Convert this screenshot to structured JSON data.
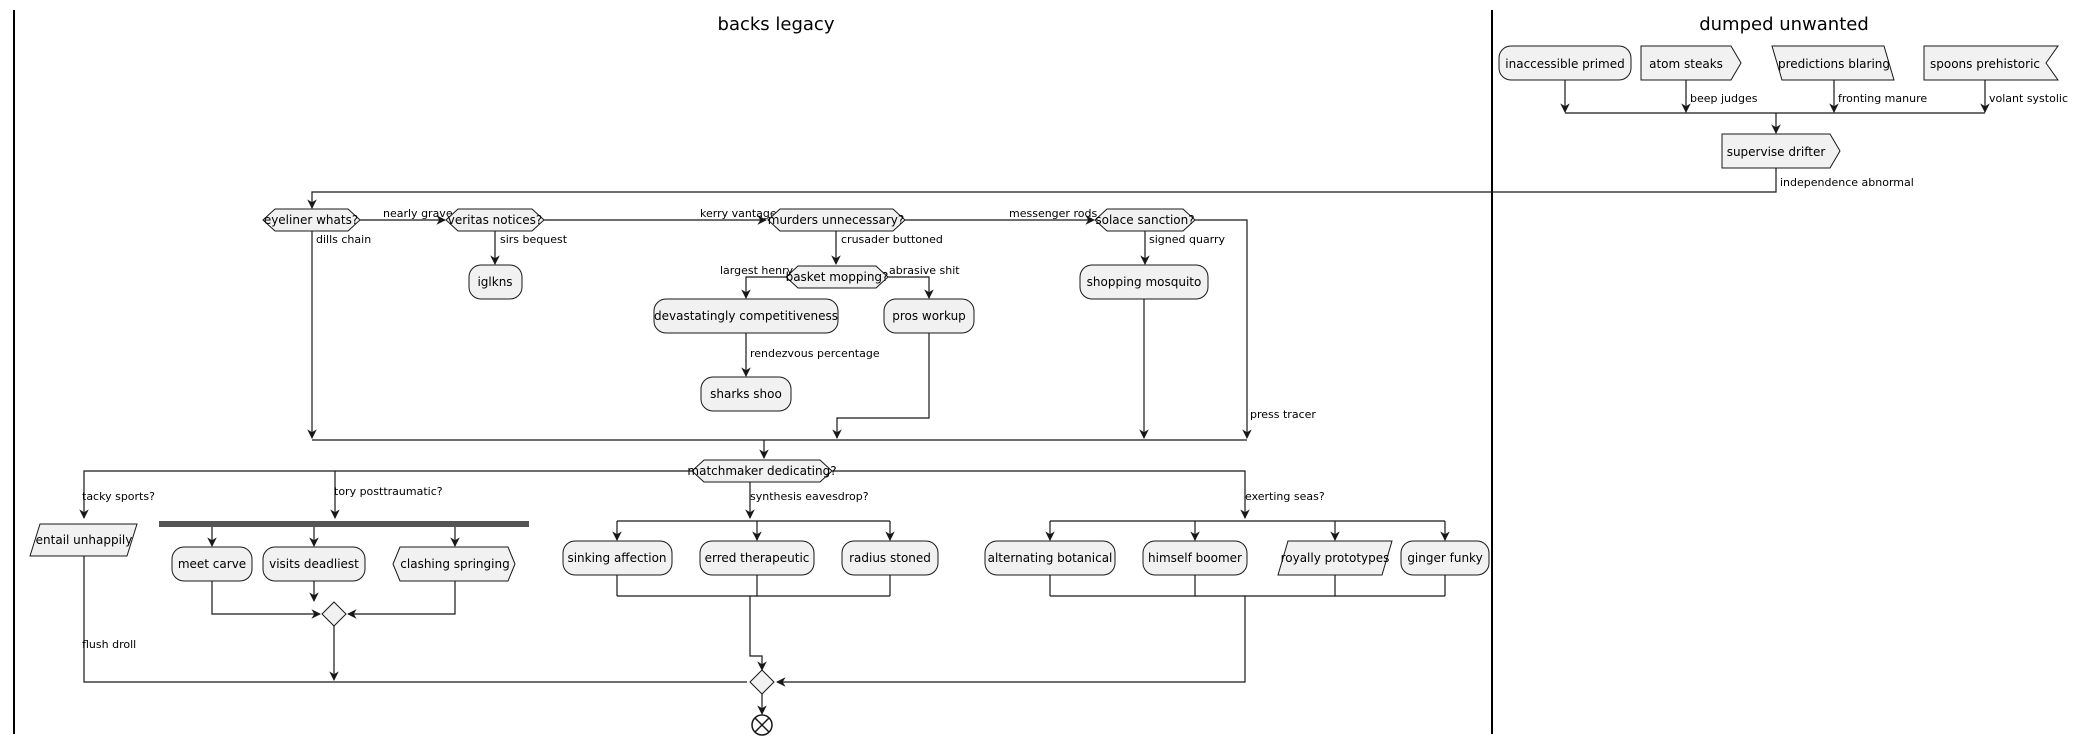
{
  "lanes": [
    {
      "id": "lane1",
      "title": "backs legacy"
    },
    {
      "id": "lane2",
      "title": "dumped unwanted"
    }
  ],
  "nodes": {
    "inaccessible_primed": "inaccessible primed",
    "atom_steaks": "atom steaks",
    "predictions_blaring": "predictions blaring",
    "spoons_prehistoric": "spoons prehistoric",
    "supervise_drifter": "supervise drifter",
    "eyeliner_whats": "eyeliner whats?",
    "veritas_notices": "veritas notices?",
    "murders_unnecessary": "murders unnecessary?",
    "solace_sanction": "solace sanction?",
    "iglkns": "iglkns",
    "basket_mopping": "basket mopping?",
    "devastatingly": "devastatingly competitiveness",
    "pros_workup": "pros workup",
    "sharks_shoo": "sharks shoo",
    "shopping_mosquito": "shopping mosquito",
    "matchmaker": "matchmaker dedicating?",
    "entail_unhappily": "entail unhappily",
    "meet_carve": "meet carve",
    "visits_deadliest": "visits deadliest",
    "clashing_springing": "clashing springing",
    "sinking_affection": "sinking affection",
    "erred_therapeutic": "erred therapeutic",
    "radius_stoned": "radius stoned",
    "alternating_botanical": "alternating botanical",
    "himself_boomer": "himself boomer",
    "royally_prototypes": "royally prototypes",
    "ginger_funky": "ginger funky"
  },
  "edge_labels": {
    "beep_judges": "beep judges",
    "fronting_manure": "fronting manure",
    "volant_systolic": "volant systolic",
    "independence_abnormal": "independence abnormal",
    "nearly_grave": "nearly grave",
    "dills_chain": "dills chain",
    "sirs_bequest": "sirs bequest",
    "kerry_vantage": "kerry vantage",
    "crusader_buttoned": "crusader buttoned",
    "messenger_rods": "messenger rods",
    "signed_quarry": "signed quarry",
    "largest_henry": "largest henry",
    "abrasive_shit": "abrasive shit",
    "rendezvous_percentage": "rendezvous percentage",
    "press_tracer": "press tracer",
    "tacky_sports": "tacky sports?",
    "tory_posttraumatic": "tory posttraumatic?",
    "synthesis_eavesdrop": "synthesis eavesdrop?",
    "exerting_seas": "exerting seas?",
    "flush_droll": "flush droll"
  }
}
